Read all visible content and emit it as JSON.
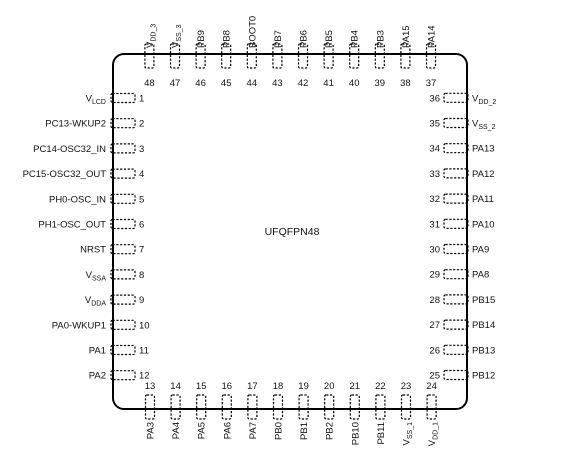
{
  "package": {
    "name": "UFQFPN48"
  },
  "pins": {
    "left": [
      {
        "num": "1",
        "label": "V",
        "sub": "LCD"
      },
      {
        "num": "2",
        "label": "PC13-WKUP2",
        "sub": ""
      },
      {
        "num": "3",
        "label": "PC14-OSC32_IN",
        "sub": ""
      },
      {
        "num": "4",
        "label": "PC15-OSC32_OUT",
        "sub": ""
      },
      {
        "num": "5",
        "label": "PH0-OSC_IN",
        "sub": ""
      },
      {
        "num": "6",
        "label": "PH1-OSC_OUT",
        "sub": ""
      },
      {
        "num": "7",
        "label": "NRST",
        "sub": ""
      },
      {
        "num": "8",
        "label": "V",
        "sub": "SSA"
      },
      {
        "num": "9",
        "label": "V",
        "sub": "DDA"
      },
      {
        "num": "10",
        "label": "PA0-WKUP1",
        "sub": ""
      },
      {
        "num": "11",
        "label": "PA1",
        "sub": ""
      },
      {
        "num": "12",
        "label": "PA2",
        "sub": ""
      }
    ],
    "bottom": [
      {
        "num": "13",
        "label": "PA3",
        "sub": ""
      },
      {
        "num": "14",
        "label": "PA4",
        "sub": ""
      },
      {
        "num": "15",
        "label": "PA5",
        "sub": ""
      },
      {
        "num": "16",
        "label": "PA6",
        "sub": ""
      },
      {
        "num": "17",
        "label": "PA7",
        "sub": ""
      },
      {
        "num": "18",
        "label": "PB0",
        "sub": ""
      },
      {
        "num": "19",
        "label": "PB1",
        "sub": ""
      },
      {
        "num": "20",
        "label": "PB2",
        "sub": ""
      },
      {
        "num": "21",
        "label": "PB10",
        "sub": ""
      },
      {
        "num": "22",
        "label": "PB11",
        "sub": ""
      },
      {
        "num": "23",
        "label": "V",
        "sub": "SS_1"
      },
      {
        "num": "24",
        "label": "V",
        "sub": "DD_1"
      }
    ],
    "right": [
      {
        "num": "25",
        "label": "PB12",
        "sub": ""
      },
      {
        "num": "26",
        "label": "PB13",
        "sub": ""
      },
      {
        "num": "27",
        "label": "PB14",
        "sub": ""
      },
      {
        "num": "28",
        "label": "PB15",
        "sub": ""
      },
      {
        "num": "29",
        "label": "PA8",
        "sub": ""
      },
      {
        "num": "30",
        "label": "PA9",
        "sub": ""
      },
      {
        "num": "31",
        "label": "PA10",
        "sub": ""
      },
      {
        "num": "32",
        "label": "PA11",
        "sub": ""
      },
      {
        "num": "33",
        "label": "PA12",
        "sub": ""
      },
      {
        "num": "34",
        "label": "PA13",
        "sub": ""
      },
      {
        "num": "35",
        "label": "V",
        "sub": "SS_2"
      },
      {
        "num": "36",
        "label": "V",
        "sub": "DD_2"
      }
    ],
    "top": [
      {
        "num": "37",
        "label": "PA14",
        "sub": ""
      },
      {
        "num": "38",
        "label": "PA15",
        "sub": ""
      },
      {
        "num": "39",
        "label": "PB3",
        "sub": ""
      },
      {
        "num": "40",
        "label": "PB4",
        "sub": ""
      },
      {
        "num": "41",
        "label": "PB5",
        "sub": ""
      },
      {
        "num": "42",
        "label": "PB6",
        "sub": ""
      },
      {
        "num": "43",
        "label": "PB7",
        "sub": ""
      },
      {
        "num": "44",
        "label": "BOOT0",
        "sub": ""
      },
      {
        "num": "45",
        "label": "PB8",
        "sub": ""
      },
      {
        "num": "46",
        "label": "PB9",
        "sub": ""
      },
      {
        "num": "47",
        "label": "V",
        "sub": "SS_3"
      },
      {
        "num": "48",
        "label": "V",
        "sub": "DD_3"
      }
    ]
  }
}
